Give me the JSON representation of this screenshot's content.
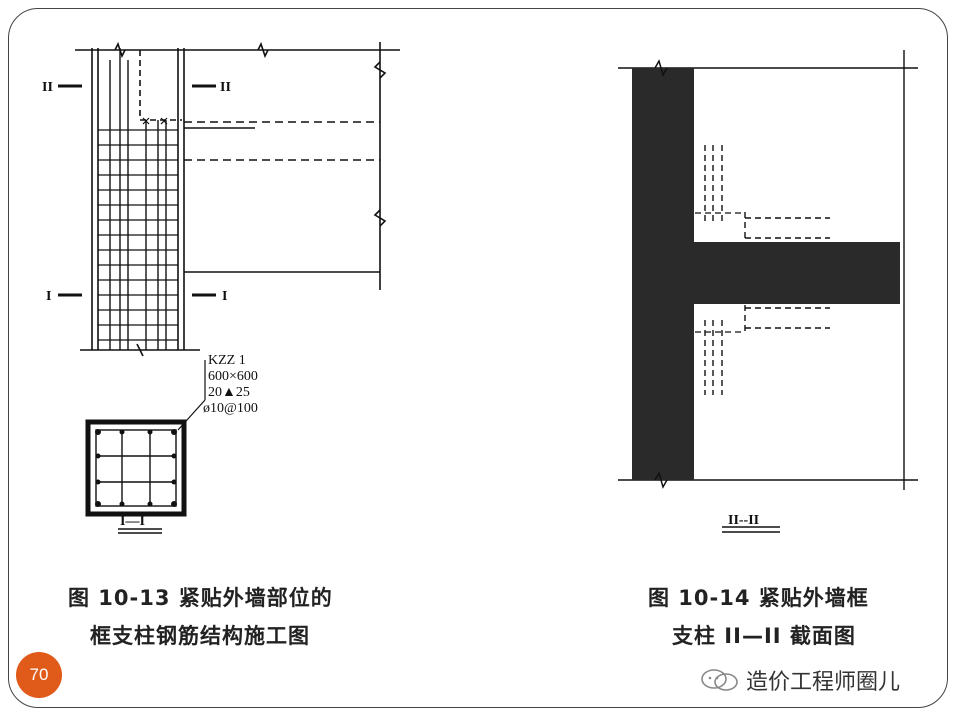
{
  "figure1": {
    "section_marks": {
      "top_left": "II",
      "top_right": "II",
      "bottom_left": "I",
      "bottom_right": "I"
    },
    "column_note": [
      "KZZ 1",
      "600×600",
      "20▲25",
      "ø10@100"
    ],
    "section_title": "I—I",
    "caption_line1": "图 10-13    紧贴外墙部位的",
    "caption_line2": "框支柱钢筋结构施工图"
  },
  "figure2": {
    "section_title": "II--II",
    "caption_line1": "图 10-14    紧贴外墙框",
    "caption_line2": "支柱 II—II 截面图"
  },
  "page_number": "70",
  "watermark": {
    "text": "造价工程师圈儿",
    "icon": "wechat-official-icon"
  },
  "colors": {
    "badge": "#e05a1a",
    "frame": "#444444",
    "ink": "#222222"
  }
}
